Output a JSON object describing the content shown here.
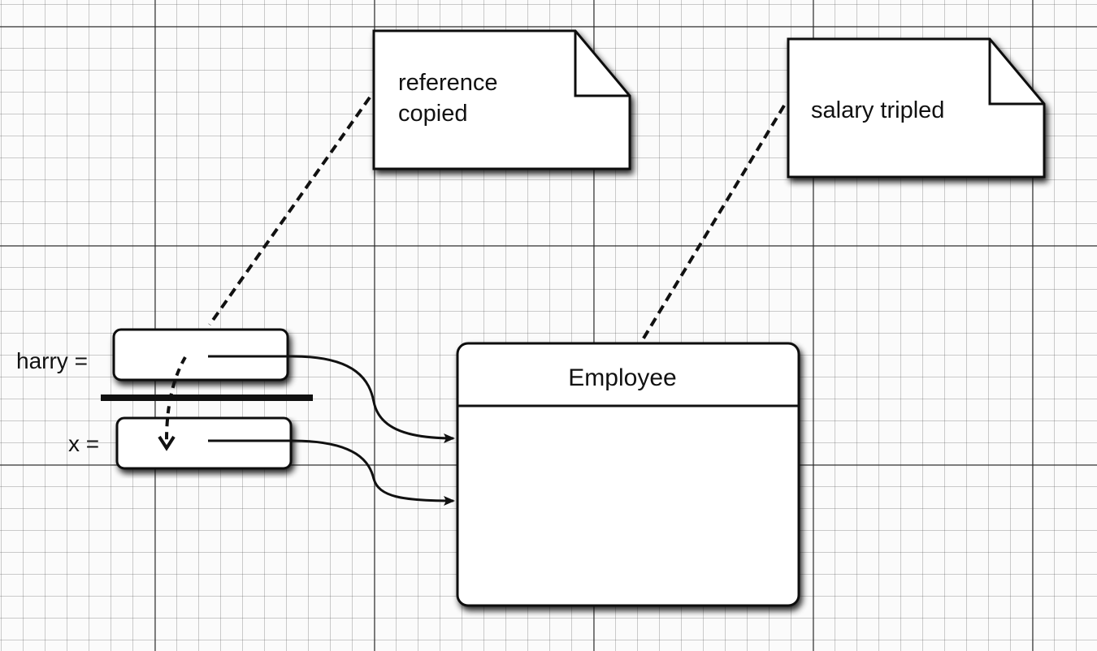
{
  "notes": {
    "reference_copied": {
      "line1": "reference",
      "line2": "copied"
    },
    "salary_tripled": {
      "line1": "salary tripled"
    }
  },
  "variables": {
    "harry": {
      "label": "harry ="
    },
    "x": {
      "label": "x ="
    }
  },
  "object": {
    "class_name": "Employee"
  },
  "colors": {
    "ink": "#111111",
    "paper": "#ffffff",
    "grid": "#282828"
  }
}
